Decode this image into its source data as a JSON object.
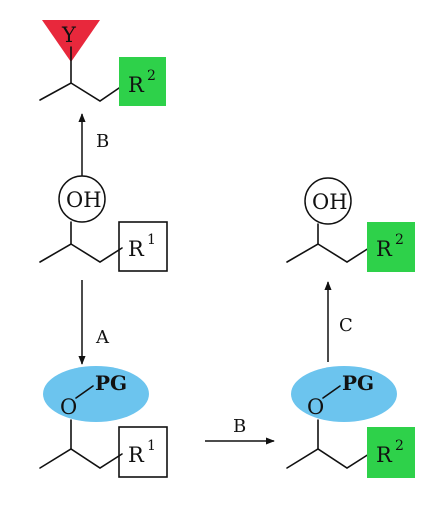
{
  "scheme": {
    "top_molecule": {
      "y_label": "Y",
      "r_label": "R",
      "r_sup": "2"
    },
    "start_molecule": {
      "oh_label": "OH",
      "r_label": "R",
      "r_sup": "1"
    },
    "protected_r1": {
      "pg_label": "PG",
      "o_label": "O",
      "r_label": "R",
      "r_sup": "1"
    },
    "protected_r2": {
      "pg_label": "PG",
      "o_label": "O",
      "r_label": "R",
      "r_sup": "2"
    },
    "product": {
      "oh_label": "OH",
      "r_label": "R",
      "r_sup": "2"
    },
    "arrows": {
      "up_left": "B",
      "down_left": "A",
      "right_bottom": "B",
      "up_right": "C"
    },
    "colors": {
      "y_triangle": "#e8283c",
      "r2_box": "#2ed14a",
      "pg_ellipse": "#6cc4ee",
      "line": "#111111"
    }
  }
}
